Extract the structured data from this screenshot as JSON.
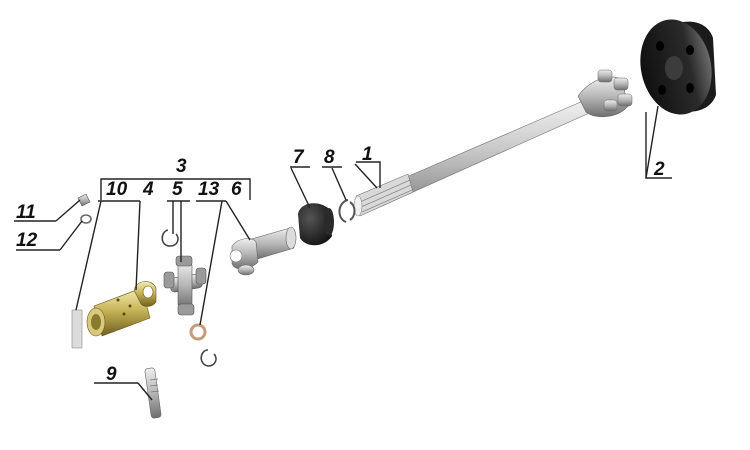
{
  "callouts": {
    "c1": "1",
    "c2": "2",
    "c3": "3",
    "c4": "4",
    "c5": "5",
    "c6": "6",
    "c7": "7",
    "c8": "8",
    "c9": "9",
    "c10": "10",
    "c11": "11",
    "c12": "12",
    "c13": "13"
  },
  "colors": {
    "metal_dark": "#8a8a8a",
    "metal_light": "#e4e4e4",
    "flange_dark": "#151515",
    "brass": "#b9a546",
    "leader_line": "#222222"
  }
}
